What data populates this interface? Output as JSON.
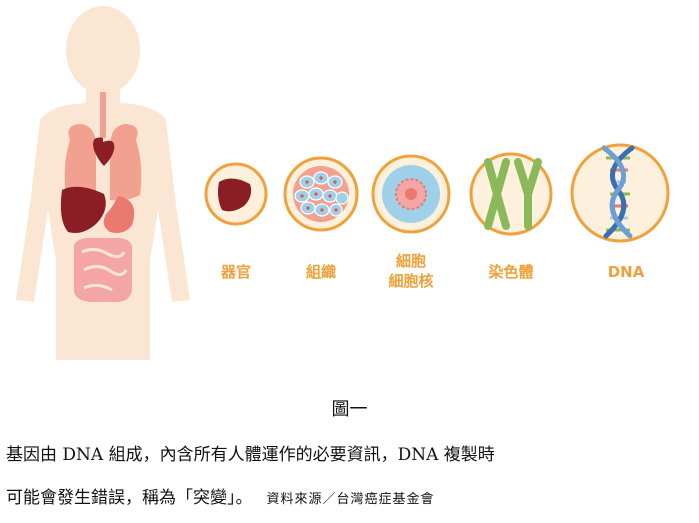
{
  "labels": {
    "organ": "器官",
    "tissue": "組織",
    "cell_top": "細胞",
    "cell_bottom": "細胞核",
    "chromosome": "染色體",
    "dna": "DNA"
  },
  "figure_title": "圖一",
  "caption": {
    "line1": "基因由 DNA 組成，內含所有人體運作的必要資訊，DNA 複製時",
    "line2": "可能會發生錯誤，稱為「突變」。",
    "source": "資料來源／台灣癌症基金會"
  },
  "colors": {
    "accent": "#f0a13a",
    "circle_fill": "#fdf0dc",
    "body": "#fbe6d3",
    "liver": "#8b1e24",
    "lung": "#f2a08f"
  }
}
